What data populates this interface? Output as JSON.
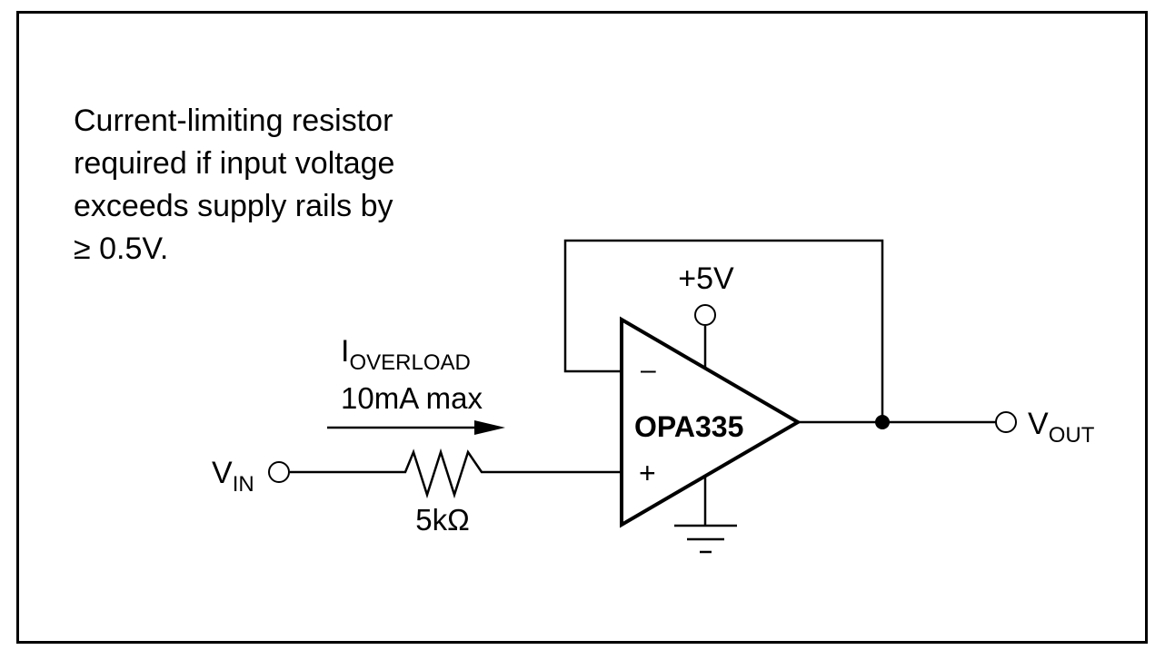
{
  "note": {
    "lines": [
      "Current-limiting resistor",
      "required if input voltage",
      "exceeds supply rails by",
      "≥ 0.5V."
    ]
  },
  "schematic": {
    "supply_label": "+5V",
    "opamp_label": "OPA335",
    "inverting_sign": "–",
    "noninverting_sign": "+",
    "input_label": {
      "main": "V",
      "sub": "IN"
    },
    "output_label": {
      "main": "V",
      "sub": "OUT"
    },
    "current_label": {
      "main": "I",
      "sub": "OVERLOAD"
    },
    "current_limit": "10mA max",
    "resistor_label": "5kΩ"
  }
}
